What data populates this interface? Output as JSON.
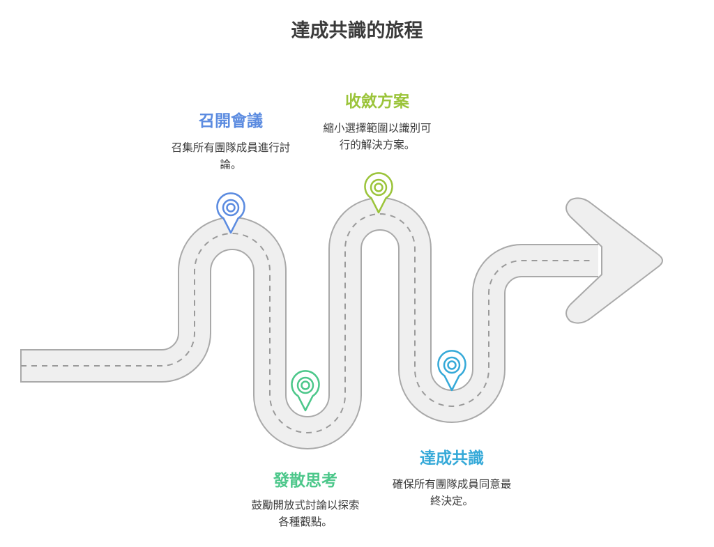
{
  "title": "達成共識的旅程",
  "steps": [
    {
      "title": "召開會議",
      "description": "召集所有團隊成員進行討論。",
      "color": "#5b8be0"
    },
    {
      "title": "發散思考",
      "description": "鼓勵開放式討論以探索各種觀點。",
      "color": "#4cc78a"
    },
    {
      "title": "收斂方案",
      "description": "縮小選擇範圍以識別可行的解決方案。",
      "color": "#9bc43a"
    },
    {
      "title": "達成共識",
      "description": "確保所有團隊成員同意最終決定。",
      "color": "#35a9d8"
    }
  ],
  "road": {
    "fill_color": "#efefef",
    "edge_color": "#a9a9a9",
    "dash_color": "#9a9a9a"
  }
}
